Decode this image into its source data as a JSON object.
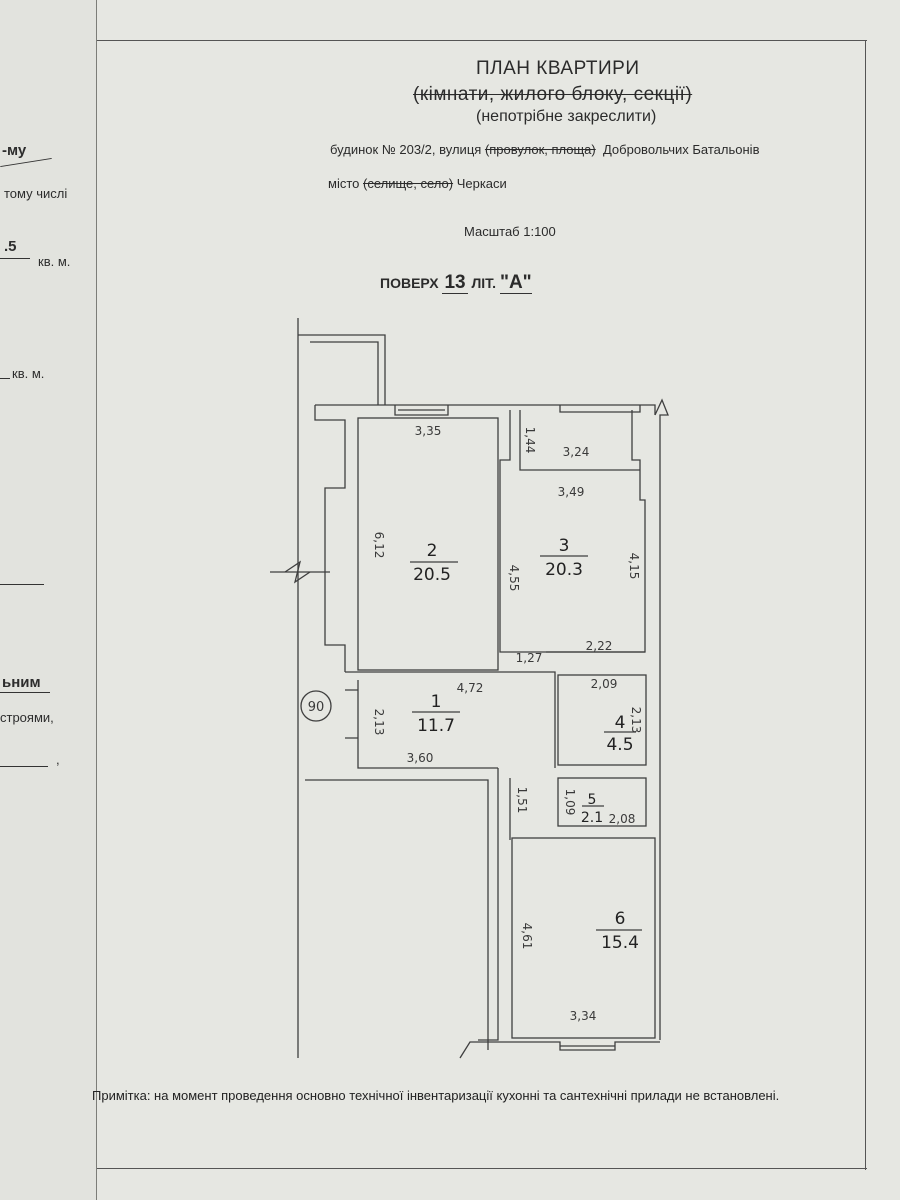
{
  "left_page": {
    "fragments": [
      "-му",
      "тому числі",
      ".5",
      "кв. м.",
      "кв. м.",
      "ьним",
      "строями,",
      ","
    ]
  },
  "header": {
    "title": "ПЛАН КВАРТИРИ",
    "subtitle_struck": "(кімнати, жилого блоку, секції)",
    "instruction": "(непотрібне закреслити)",
    "address": {
      "house_label": "будинок",
      "house_number": "№ 203/2,",
      "street_label": "вулиця",
      "street_struck": "(провулок, площа)",
      "street_name": "Добровольчих Батальонів",
      "city_label": "місто",
      "city_struck": "(селище, село)",
      "city_name": "Черкаси"
    },
    "scale": "Масштаб 1:100",
    "floor_label": "ПОВЕРХ",
    "floor_number": "13",
    "lit_label": "ЛІТ.",
    "lit_value": "\"А\""
  },
  "plan": {
    "marker": "90",
    "rooms": [
      {
        "num": "1",
        "area": "11.7"
      },
      {
        "num": "2",
        "area": "20.5"
      },
      {
        "num": "3",
        "area": "20.3"
      },
      {
        "num": "4",
        "area": "4.5"
      },
      {
        "num": "5",
        "area": "2.1"
      },
      {
        "num": "6",
        "area": "15.4"
      }
    ],
    "dimensions": {
      "r2_width": "3,35",
      "r2_height": "6,12",
      "r3_top": "3,24",
      "r3_top_height": "1,44",
      "r3_width": "3,49",
      "r3_left_height": "4,55",
      "r3_right_height": "4,15",
      "r1_width_top": "4,72",
      "r1_width_bottom": "3,60",
      "r1_height": "2,13",
      "corr_width": "1,27",
      "r4_top": "2,22",
      "r4_width": "2,09",
      "r4_height": "2,13",
      "corr_height": "1,51",
      "r5_height": "1,09",
      "r5_width": "2,08",
      "r6_height": "4,61",
      "r6_width": "3,34"
    }
  },
  "note": "Примітка: на момент проведення основно технічної інвентаризації кухонні та сантехнічні прилади не встановлені."
}
